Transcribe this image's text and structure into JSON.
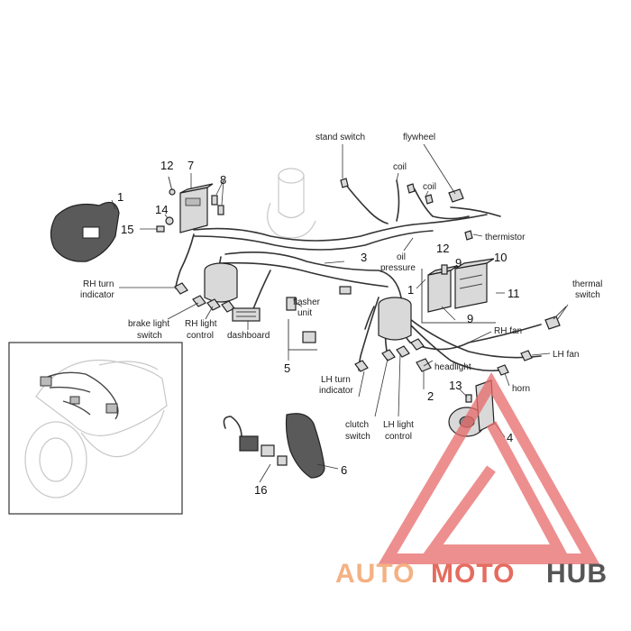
{
  "callouts": {
    "n1": "1",
    "n2": "2",
    "n3": "3",
    "n4": "4",
    "n5": "5",
    "n6": "6",
    "n7": "7",
    "n8": "8",
    "n9a": "9",
    "n9b": "9",
    "n10": "10",
    "n11": "11",
    "n12a": "12",
    "n12b": "12",
    "n13": "13",
    "n14": "14",
    "n15": "15",
    "n16": "16",
    "n1b": "1"
  },
  "labels": {
    "stand_switch": "stand switch",
    "flywheel": "flywheel",
    "coil_1": "coil",
    "coil_2": "coil",
    "thermistor": "thermistor",
    "oil_pressure_1": "oil",
    "oil_pressure_2": "pressure",
    "rh_turn_1": "RH turn",
    "rh_turn_2": "indicator",
    "brake_light_1": "brake light",
    "brake_light_2": "switch",
    "rh_light_1": "RH light",
    "rh_light_2": "control",
    "dashboard": "dashboard",
    "flasher_1": "flasher",
    "flasher_2": "unit",
    "lh_turn_1": "LH turn",
    "lh_turn_2": "indicator",
    "clutch_1": "clutch",
    "clutch_2": "switch",
    "lh_light_1": "LH light",
    "lh_light_2": "control",
    "headlight": "headlight",
    "rh_fan": "RH fan",
    "lh_fan": "LH fan",
    "horn": "horn",
    "thermal_1": "thermal",
    "thermal_2": "switch"
  },
  "watermark": {
    "part1": "AUTO",
    "part2": "MOTO",
    "part3": "HUB",
    "color_auto": "#f4b183",
    "color_moto": "#e46c5f",
    "color_hub": "#555555",
    "triangle_color": "#e86a6a"
  }
}
